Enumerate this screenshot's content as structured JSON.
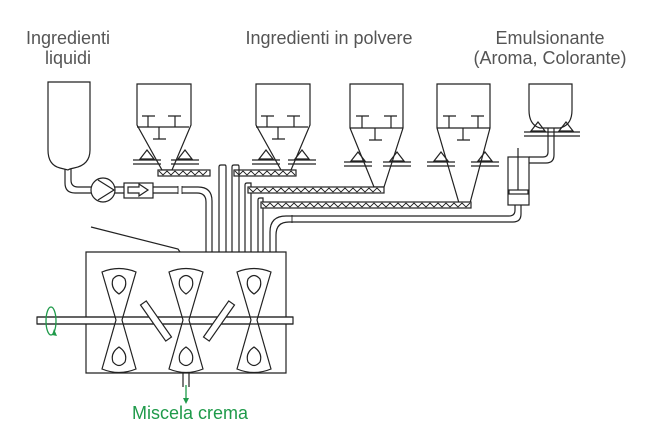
{
  "diagram": {
    "title": "Processo di miscelazione crema",
    "labels": {
      "liquid_ingredients_line1": "Ingredienti",
      "liquid_ingredients_line2": "liquidi",
      "powder_ingredients": "Ingredienti in polvere",
      "emulsifier_line1": "Emulsionante",
      "emulsifier_line2": "(Aroma, Colorante)",
      "output": "Miscela crema"
    },
    "components": {
      "liquid_tank": "liquid-tank",
      "pump": "pump",
      "flow_meter": "flow-meter",
      "powder_hoppers": 4,
      "screw_conveyors": 4,
      "emulsifier_tank": "emulsifier-tank",
      "dosing_piston": "dosing-piston",
      "mixer": "mixer",
      "mixer_blades": 3,
      "mixer_baffles": 2
    },
    "colors": {
      "line": "#222222",
      "text": "#555555",
      "accent_green": "#1f9a4a"
    }
  }
}
